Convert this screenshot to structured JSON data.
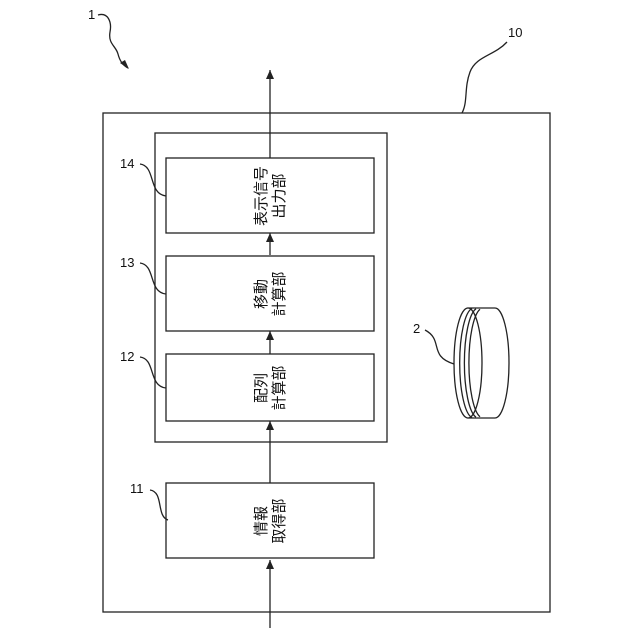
{
  "diagram": {
    "system_ref": "1",
    "device_ref": "10",
    "storage_ref": "2",
    "blocks": [
      {
        "ref": "11",
        "line1": "情報",
        "line2": "取得部"
      },
      {
        "ref": "12",
        "line1": "配列",
        "line2": "計算部"
      },
      {
        "ref": "13",
        "line1": "移動",
        "line2": "計算部"
      },
      {
        "ref": "14",
        "line1": "表示信号",
        "line2": "出力部"
      }
    ]
  }
}
